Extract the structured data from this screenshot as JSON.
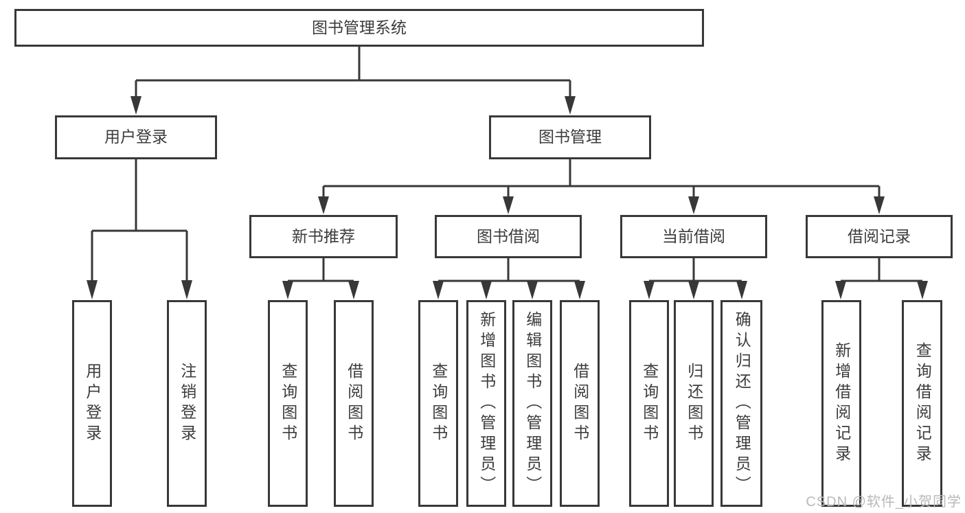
{
  "tree": {
    "label": "图书管理系统",
    "children": [
      {
        "label": "用户登录",
        "children": [
          {
            "label": "用户登录"
          },
          {
            "label": "注销登录"
          }
        ]
      },
      {
        "label": "图书管理",
        "children": [
          {
            "label": "新书推荐",
            "children": [
              {
                "label": "查询图书"
              },
              {
                "label": "借阅图书"
              }
            ]
          },
          {
            "label": "图书借阅",
            "children": [
              {
                "label": "查询图书"
              },
              {
                "label": "新增图书（管理员）"
              },
              {
                "label": "编辑图书（管理员）"
              },
              {
                "label": "借阅图书"
              }
            ]
          },
          {
            "label": "当前借阅",
            "children": [
              {
                "label": "查询图书"
              },
              {
                "label": "归还图书"
              },
              {
                "label": "确认归还（管理员）"
              }
            ]
          },
          {
            "label": "借阅记录",
            "children": [
              {
                "label": "新增借阅记录"
              },
              {
                "label": "查询借阅记录"
              }
            ]
          }
        ]
      }
    ]
  },
  "watermark": {
    "text": "CSDN @软件_小贺同学"
  },
  "colors": {
    "line": "#383838",
    "border": "#383838",
    "text": "#3c3c3c",
    "watermark": "#b9b9b9",
    "background": "#ffffff"
  }
}
